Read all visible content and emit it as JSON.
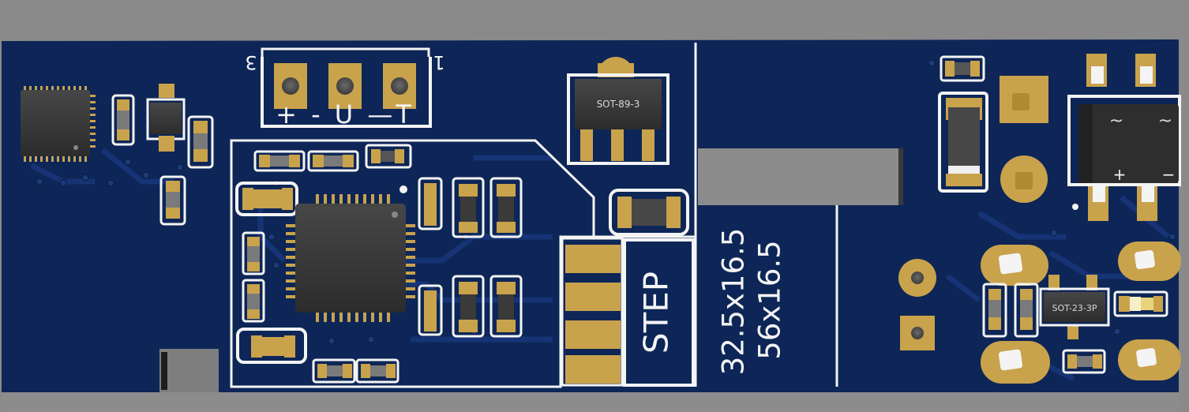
{
  "board": {
    "connector_pin_left": "3",
    "connector_pin_right": "1",
    "connector_symbols": "+ - U —T",
    "regulator_label": "SOT-89-3",
    "transistor_label": "SOT-23-3P",
    "step_label": "STEP",
    "dim_line_1": "32.5x16.5",
    "dim_line_2": "56x16.5",
    "bridge_ac_left": "~",
    "bridge_ac_right": "~",
    "bridge_plus": "+",
    "bridge_minus": "−"
  },
  "colors": {
    "background": "#8a8a8a",
    "board": "#0d2657",
    "copper": "#c9a24c",
    "silkscreen": "#f4f4f4",
    "component_body": "#3a3a3a",
    "slot_gray": "#8c8c8c"
  }
}
